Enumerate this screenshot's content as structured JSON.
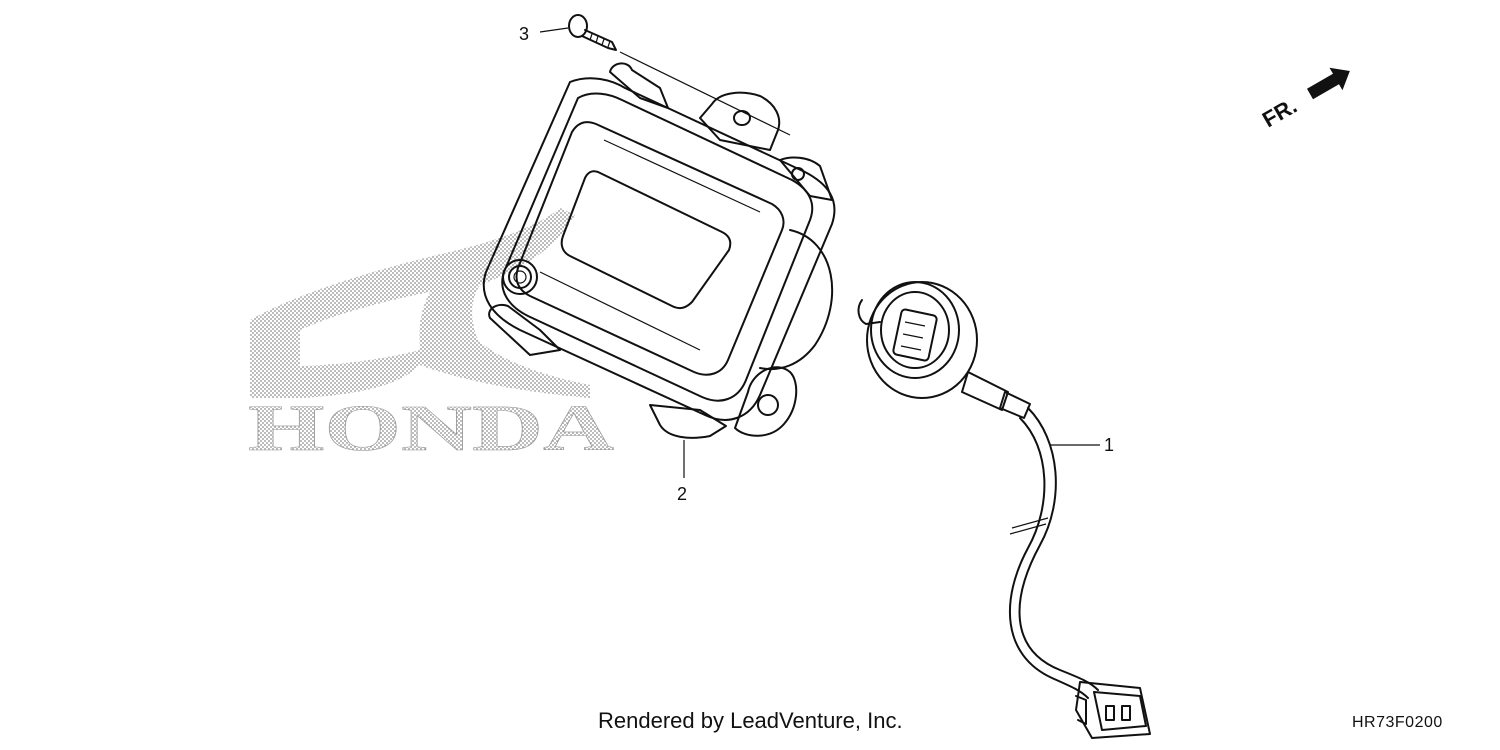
{
  "watermark": {
    "logo_text": "HONDA",
    "color": "#9a9a9a"
  },
  "callouts": [
    {
      "id": "1",
      "label": "1",
      "part": "meter-cable"
    },
    {
      "id": "2",
      "label": "2",
      "part": "meter-assembly"
    },
    {
      "id": "3",
      "label": "3",
      "part": "screw"
    }
  ],
  "direction_indicator": {
    "label": "FR.",
    "icon": "front-arrow-icon"
  },
  "footer": {
    "credit": "Rendered by LeadVenture, Inc.",
    "diagram_code": "HR73F0200"
  },
  "colors": {
    "line": "#111111",
    "background": "#ffffff"
  }
}
